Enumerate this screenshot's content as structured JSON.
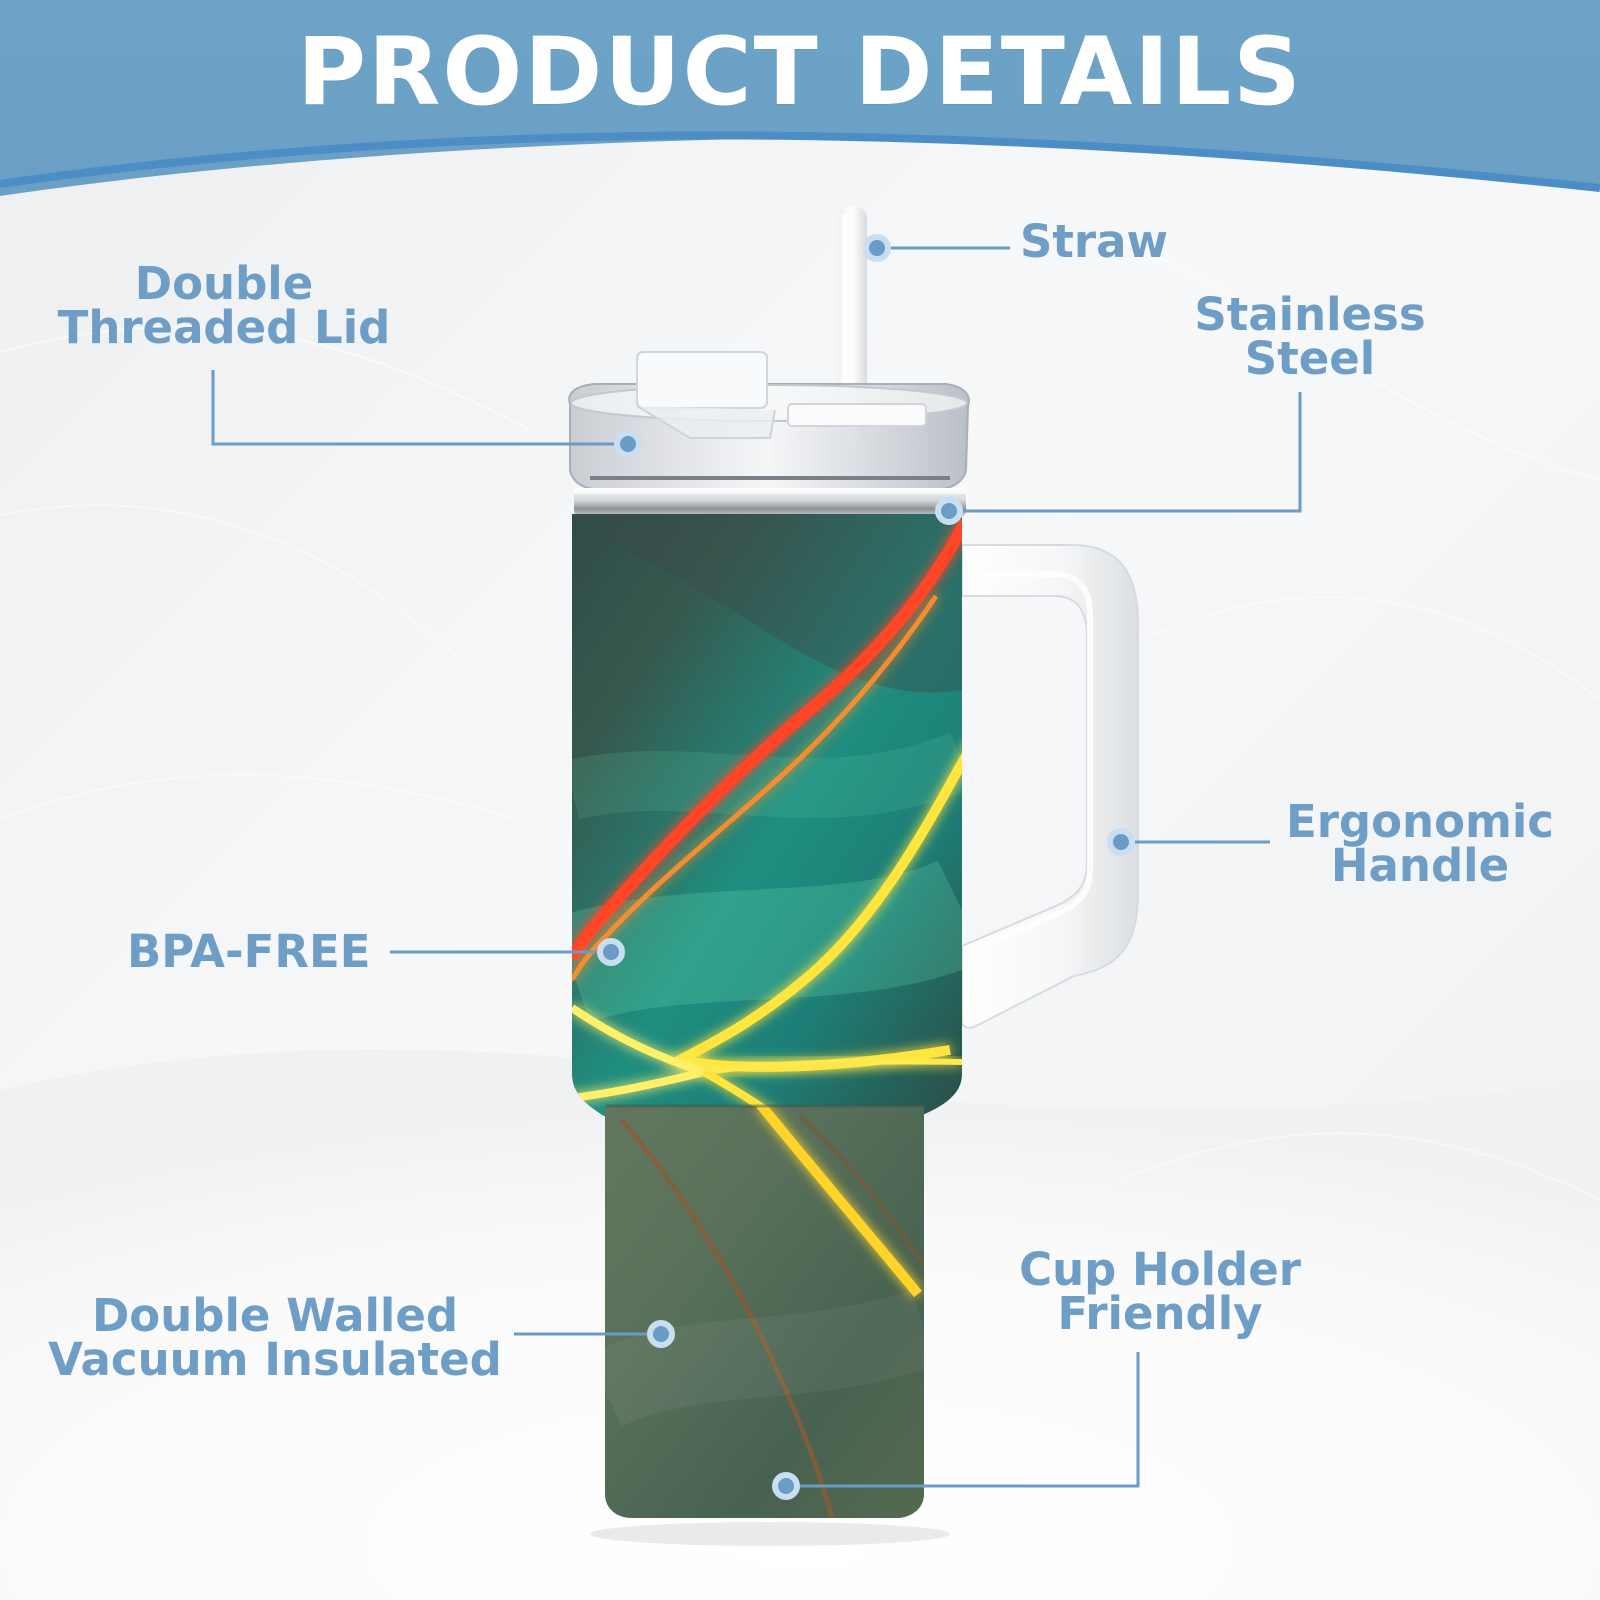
{
  "header": {
    "title": "PRODUCT DETAILS"
  },
  "callouts": {
    "double_threaded_lid": {
      "line1": "Double",
      "line2": "Threaded Lid"
    },
    "straw": {
      "text": "Straw"
    },
    "stainless_steel": {
      "line1": "Stainless",
      "line2": "Steel"
    },
    "ergonomic_handle": {
      "line1": "Ergonomic",
      "line2": "Handle"
    },
    "bpa_free": {
      "text": "BPA-FREE"
    },
    "cup_holder_friendly": {
      "line1": "Cup Holder",
      "line2": "Friendly"
    },
    "double_walled_vacuum_insulated": {
      "line1": "Double Walled",
      "line2": "Vacuum Insulated"
    }
  },
  "colors": {
    "header_blue": "#6fa3c8",
    "accent_blue": "#6e9dc6",
    "background": "#f1f2f4",
    "tumbler_dark": "#2f4f45",
    "tumbler_mid": "#1f8f85",
    "glow_red": "#ff4a2c",
    "glow_yellow": "#ffe63c"
  },
  "icons": {
    "callout_marker": "dot-icon"
  }
}
